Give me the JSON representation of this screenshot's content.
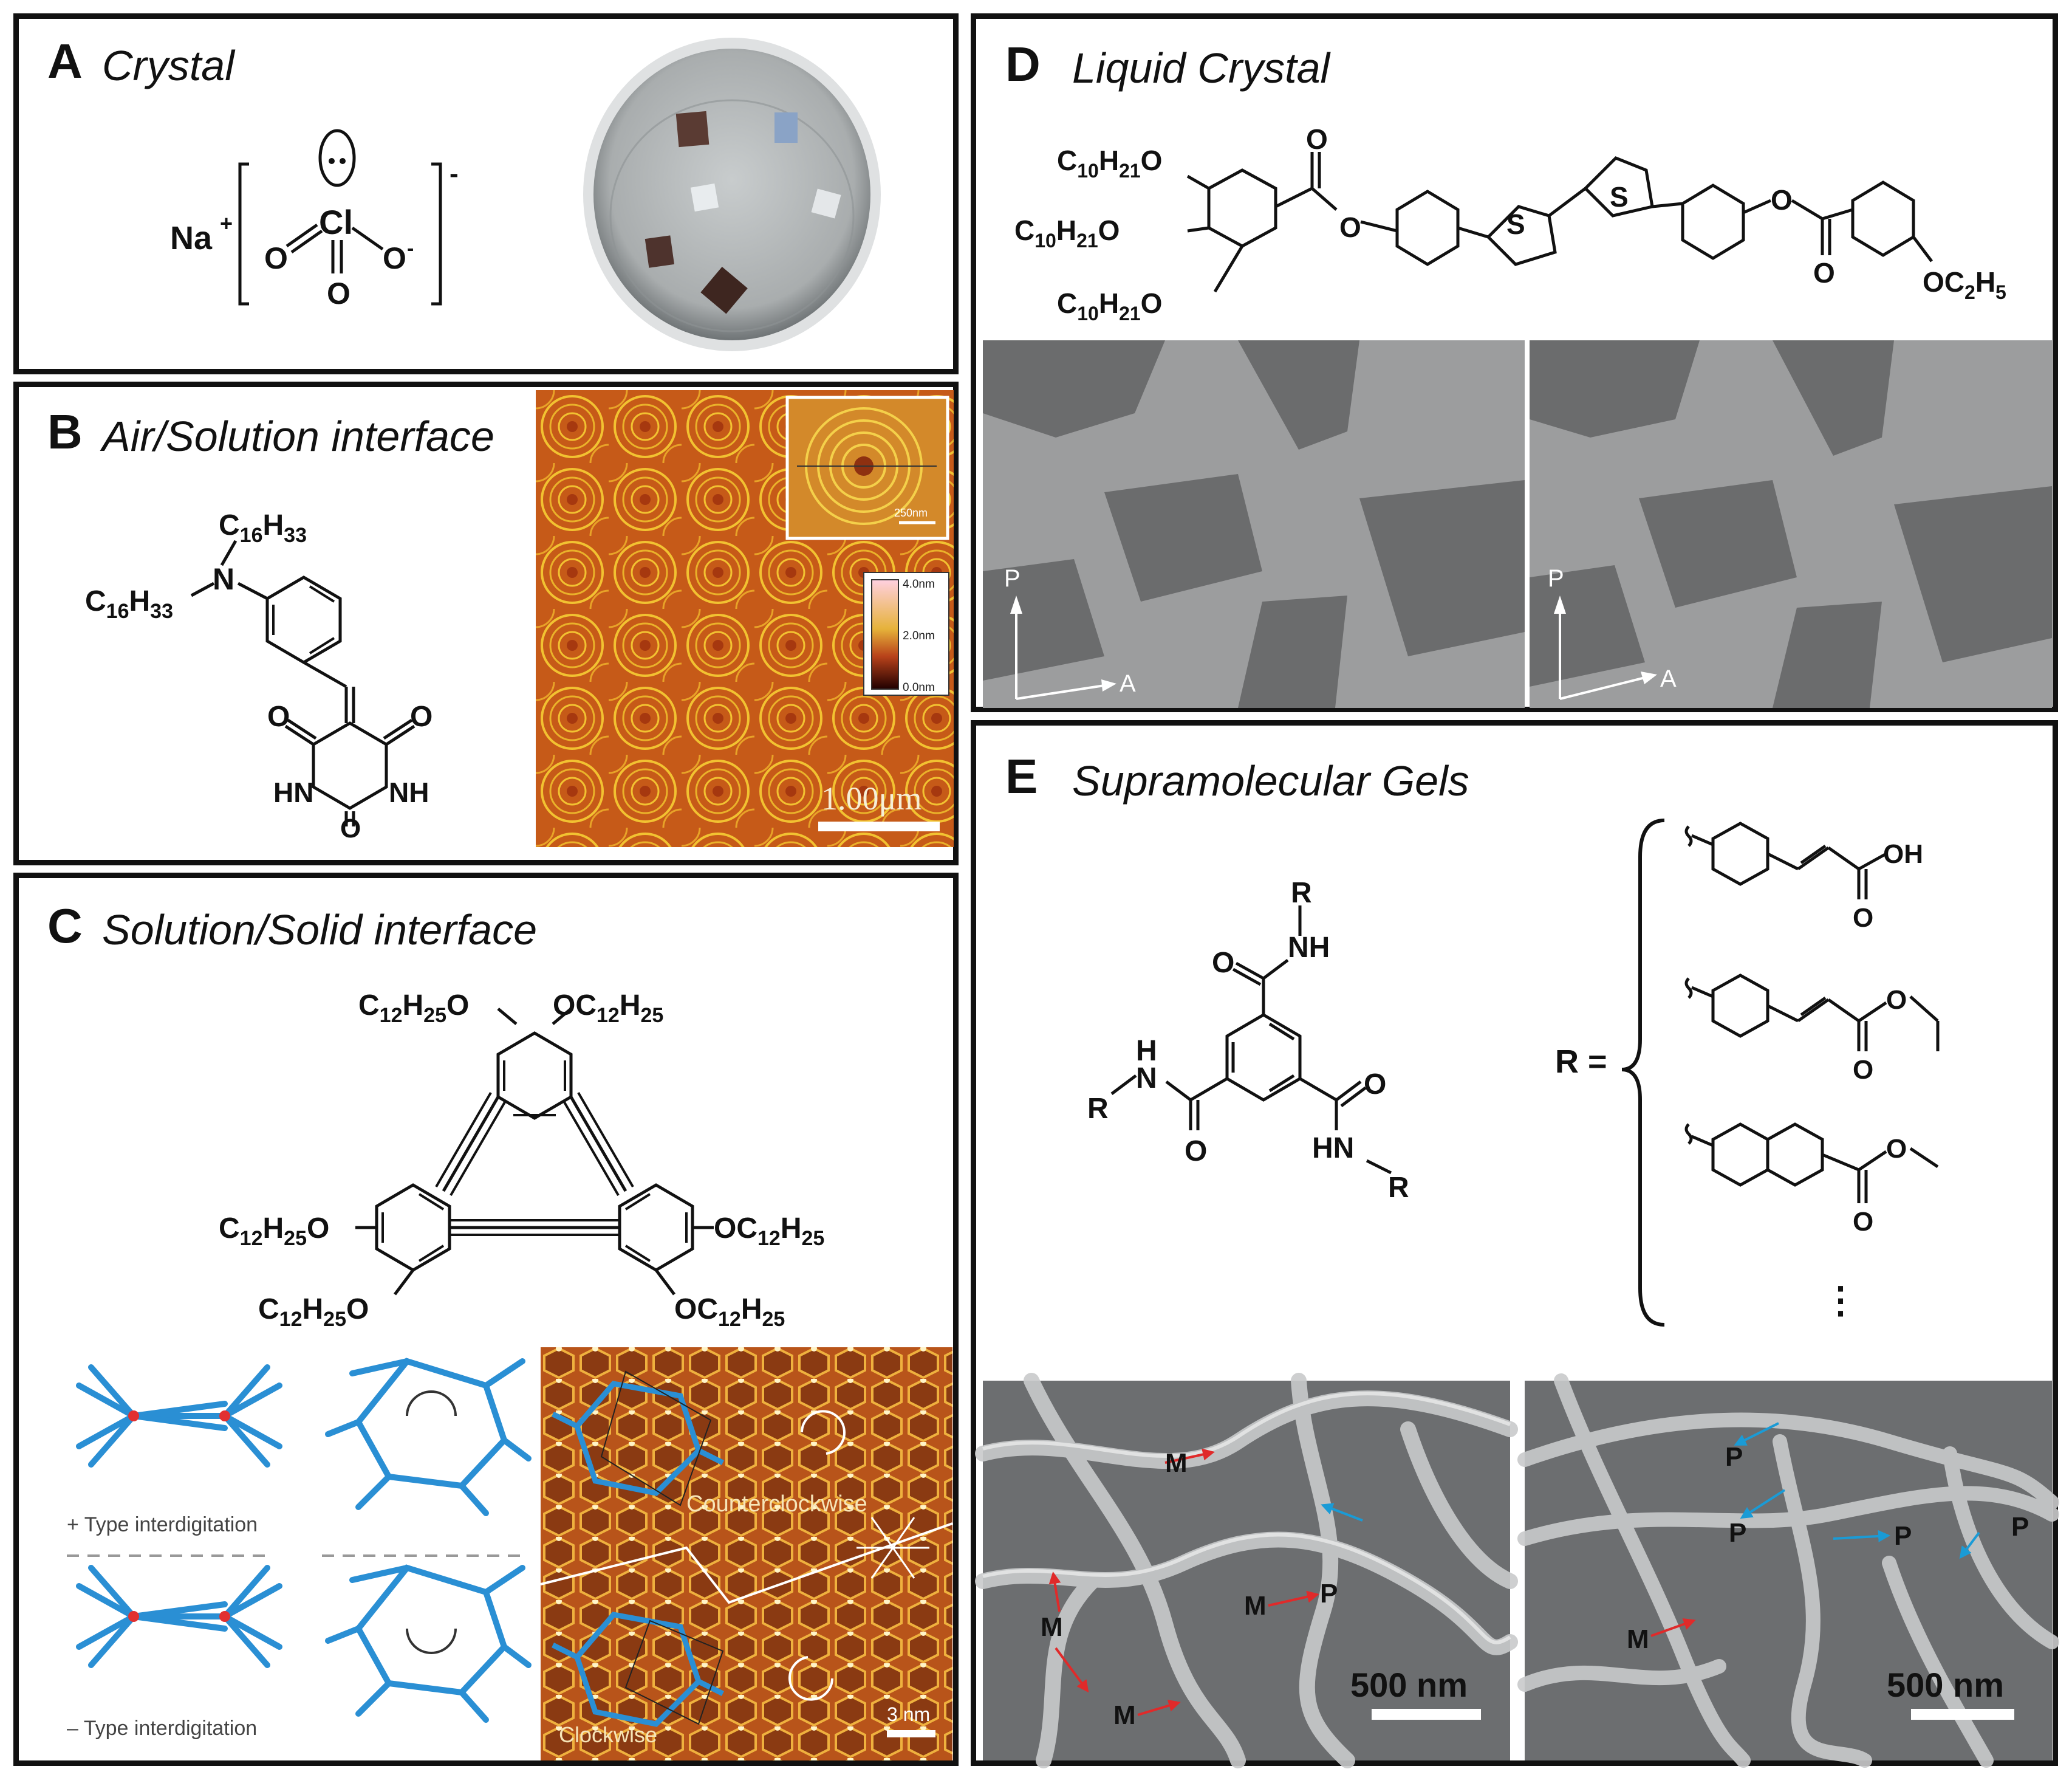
{
  "panels": {
    "A": {
      "letter": "A",
      "title": "Crystal"
    },
    "B": {
      "letter": "B",
      "title": "Air/Solution interface"
    },
    "C": {
      "letter": "C",
      "title": "Solution/Solid interface"
    },
    "D": {
      "letter": "D",
      "title": "Liquid Crystal"
    },
    "E": {
      "letter": "E",
      "title": "Supramolecular Gels"
    }
  },
  "panelA": {
    "cation": "Na",
    "cation_charge": "+",
    "center": "Cl",
    "oxygen": "O",
    "o_minus": "O",
    "minus": "-",
    "bracket_charge": "-"
  },
  "panelB": {
    "chain": "C",
    "chain_sub": "16",
    "chain_h": "H",
    "chain_hsub": "33",
    "N": "N",
    "O": "O",
    "HN": "HN",
    "NH": "NH",
    "colorbar_labels": [
      "4.0nm",
      "2.0nm",
      "0.0nm"
    ],
    "scale_bar": "1.00μm",
    "inset_scale": "250nm"
  },
  "panelC": {
    "sub_c": "12",
    "sub_h": "25",
    "o_label": "O",
    "plus_type": "+ Type interdigitation",
    "minus_type": "– Type interdigitation",
    "counterclockwise": "Counterclockwise",
    "clockwise": "Clockwise",
    "scale_bar": "3 nm"
  },
  "panelD": {
    "sub_c": "10",
    "sub_h": "21",
    "ethyl_c": "2",
    "ethyl_h": "5",
    "S": "S",
    "O": "O",
    "P": "P",
    "A": "A"
  },
  "panelE": {
    "R": "R",
    "NH": "NH",
    "HN": "HN",
    "H": "H",
    "N": "N",
    "O": "O",
    "OH": "OH",
    "R_eq": "R =",
    "ellipsis": "⋮",
    "left_labels": [
      "M",
      "M",
      "P",
      "M",
      "M"
    ],
    "right_labels": [
      "P",
      "P",
      "P",
      "P",
      "M"
    ],
    "scale_bar": "500 nm"
  },
  "colors": {
    "arrow_red": "#e02a2a",
    "arrow_blue": "#1a9bd6",
    "molecule_blue": "#2a8fd4"
  }
}
